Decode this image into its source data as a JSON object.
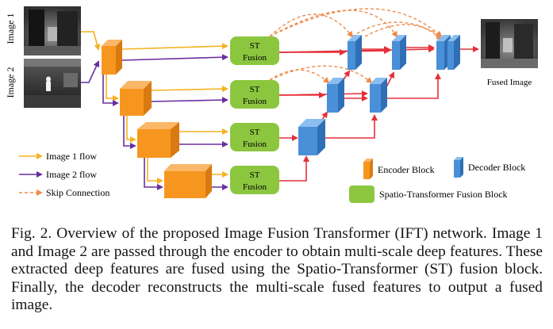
{
  "inputs": {
    "image1_label": "Image 1",
    "image2_label": "Image 2"
  },
  "output": {
    "label": "Fused Image"
  },
  "fusion_blocks": [
    {
      "line1": "ST",
      "line2": "Fusion"
    },
    {
      "line1": "ST",
      "line2": "Fusion"
    },
    {
      "line1": "ST",
      "line2": "Fusion"
    },
    {
      "line1": "ST",
      "line2": "Fusion"
    }
  ],
  "legend": {
    "image1_flow": "Image 1 flow",
    "image2_flow": "Image 2 flow",
    "skip_connection": "Skip Connection",
    "encoder_block": "Encoder Block",
    "decoder_block": "Decoder Block",
    "fusion_block": "Spatio-Transformer Fusion Block"
  },
  "colors": {
    "image1_flow": "#f5b21f",
    "image2_flow": "#6a2fa0",
    "skip_connection": "#f08a4b",
    "decoder_flow": "#e5303a",
    "encoder_block": "#f7961e",
    "decoder_block": "#4a90d9",
    "fusion_block": "#8cc63f"
  },
  "caption": "Fig. 2.  Overview of the proposed Image Fusion Transformer (IFT) network. Image 1 and Image 2 are passed through the encoder to obtain multi-scale deep features. These extracted deep features are fused using the Spatio-Transformer (ST) fusion block. Finally, the decoder reconstructs the multi-scale fused features to output a fused image."
}
